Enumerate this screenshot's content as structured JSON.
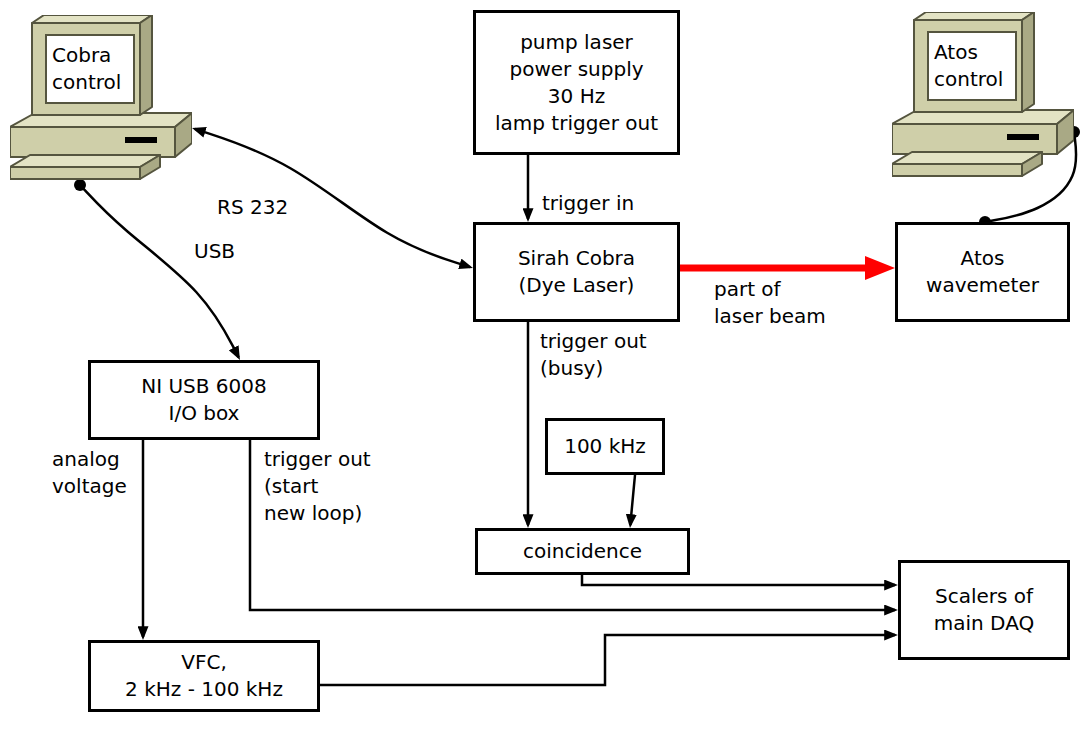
{
  "diagram": {
    "nodes": [
      {
        "text": [
          "Cobra control"
        ]
      },
      {
        "text": [
          "pump laser power supply 30 Hz lamp trigger out"
        ]
      },
      {
        "text": [
          "Atos control"
        ]
      },
      {
        "text": [
          "Sirah Cobra (Dye Laser)"
        ]
      },
      {
        "text": [
          "Atos wavemeter"
        ]
      },
      {
        "text": [
          "NI USB 6008 I/O box"
        ]
      },
      {
        "text": [
          "100 kHz"
        ]
      },
      {
        "text": [
          "coincidence"
        ]
      },
      {
        "text": [
          "Scalers of main DAQ"
        ]
      },
      {
        "text": [
          "VFC, 2 kHz - 100 kHz"
        ]
      }
    ],
    "edges": [
      {
        "from": 0,
        "to": 3,
        "arrow": "both",
        "label": "RS 232"
      },
      {
        "from": 0,
        "to": 5,
        "arrow": "to",
        "label": "USB"
      },
      {
        "from": 1,
        "to": 3,
        "arrow": "to",
        "label": "trigger in"
      },
      {
        "from": 3,
        "to": 4,
        "arrow": "to",
        "label": "part of laser beam"
      },
      {
        "from": 2,
        "to": 4,
        "arrow": "none"
      },
      {
        "from": 3,
        "to": 7,
        "arrow": "to",
        "label": "trigger out (busy)"
      },
      {
        "from": 6,
        "to": 7,
        "arrow": "to"
      },
      {
        "from": 5,
        "to": 9,
        "arrow": "to",
        "label": "analog voltage"
      },
      {
        "from": 5,
        "to": 8,
        "arrow": "to",
        "label": "trigger out (start new loop)"
      },
      {
        "from": 7,
        "to": 8,
        "arrow": "to"
      },
      {
        "from": 9,
        "to": 8,
        "arrow": "to"
      }
    ]
  }
}
